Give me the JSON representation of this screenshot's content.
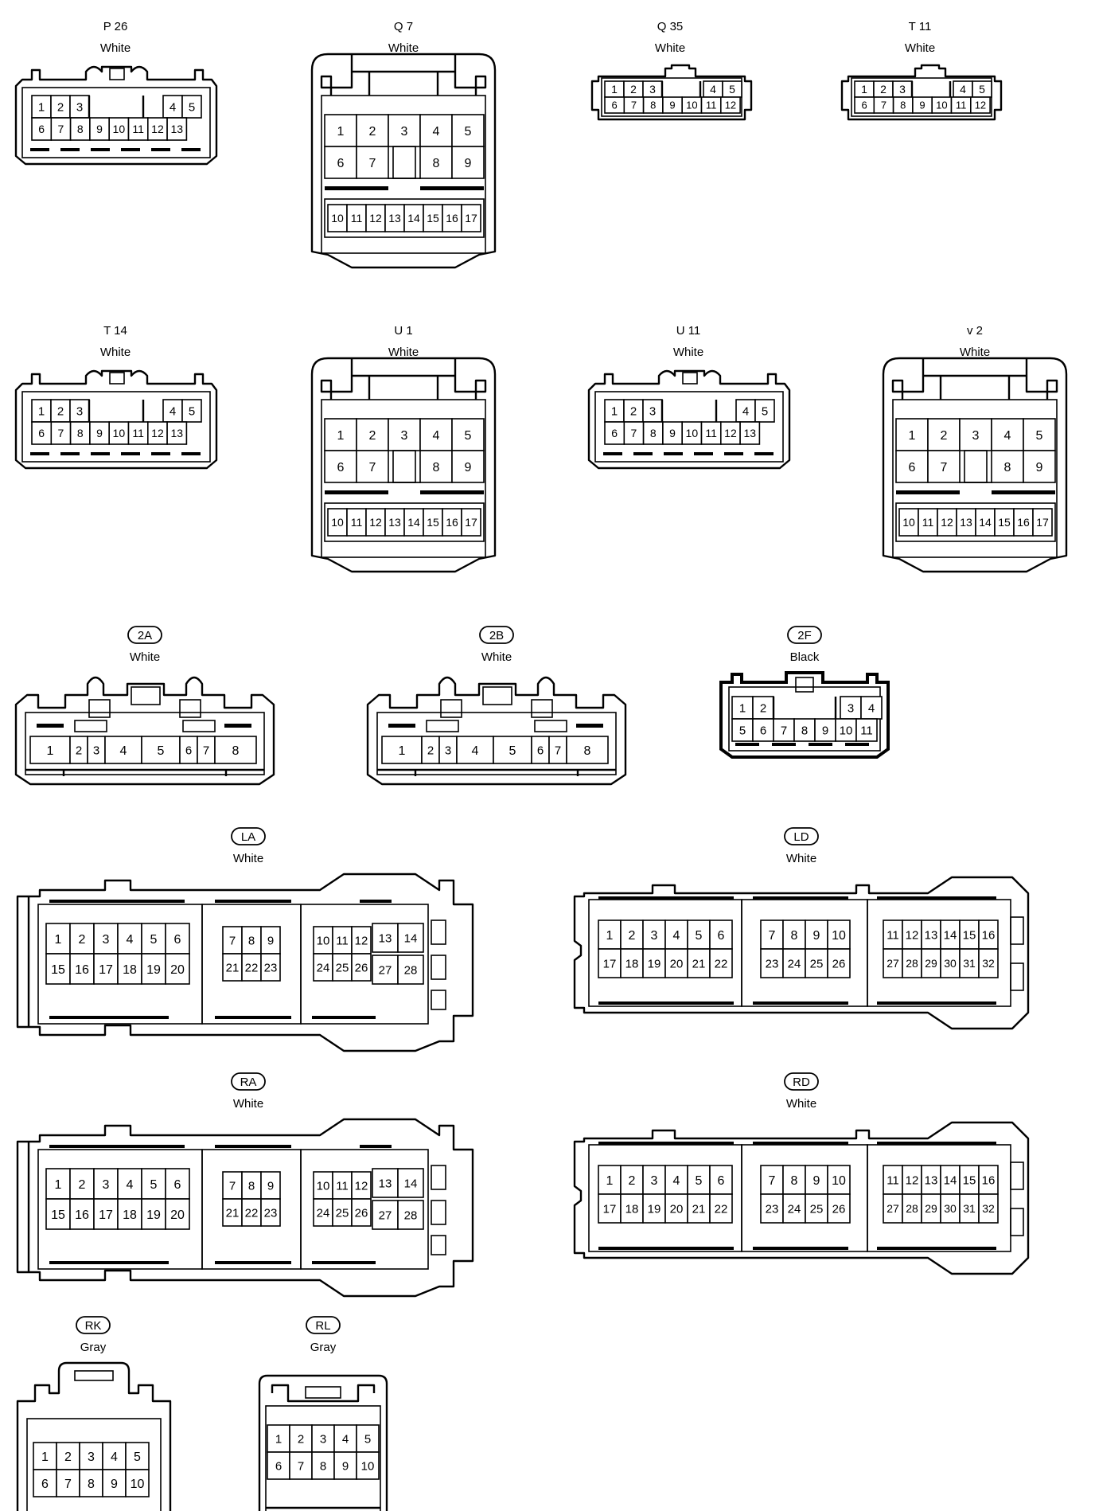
{
  "connectors": [
    {
      "id": "p26",
      "code": "P 26",
      "color": "White",
      "boxed": false,
      "pins": [
        "1",
        "2",
        "3",
        "4",
        "5",
        "6",
        "7",
        "8",
        "9",
        "10",
        "11",
        "12",
        "13"
      ]
    },
    {
      "id": "q7",
      "code": "Q 7",
      "color": "White",
      "boxed": false,
      "pins": [
        "1",
        "2",
        "3",
        "4",
        "5",
        "6",
        "7",
        "8",
        "9",
        "10",
        "11",
        "12",
        "13",
        "14",
        "15",
        "16",
        "17"
      ]
    },
    {
      "id": "q35",
      "code": "Q 35",
      "color": "White",
      "boxed": false,
      "pins": [
        "1",
        "2",
        "3",
        "4",
        "5",
        "6",
        "7",
        "8",
        "9",
        "10",
        "11",
        "12"
      ]
    },
    {
      "id": "t11",
      "code": "T 11",
      "color": "White",
      "boxed": false,
      "pins": [
        "1",
        "2",
        "3",
        "4",
        "5",
        "6",
        "7",
        "8",
        "9",
        "10",
        "11",
        "12"
      ]
    },
    {
      "id": "t14",
      "code": "T 14",
      "color": "White",
      "boxed": false,
      "pins": [
        "1",
        "2",
        "3",
        "4",
        "5",
        "6",
        "7",
        "8",
        "9",
        "10",
        "11",
        "12",
        "13"
      ]
    },
    {
      "id": "u1",
      "code": "U 1",
      "color": "White",
      "boxed": false,
      "pins": [
        "1",
        "2",
        "3",
        "4",
        "5",
        "6",
        "7",
        "8",
        "9",
        "10",
        "11",
        "12",
        "13",
        "14",
        "15",
        "16",
        "17"
      ]
    },
    {
      "id": "u11",
      "code": "U 11",
      "color": "White",
      "boxed": false,
      "pins": [
        "1",
        "2",
        "3",
        "4",
        "5",
        "6",
        "7",
        "8",
        "9",
        "10",
        "11",
        "12",
        "13"
      ]
    },
    {
      "id": "v2",
      "code": "v 2",
      "color": "White",
      "boxed": false,
      "pins": [
        "1",
        "2",
        "3",
        "4",
        "5",
        "6",
        "7",
        "8",
        "9",
        "10",
        "11",
        "12",
        "13",
        "14",
        "15",
        "16",
        "17"
      ]
    },
    {
      "id": "c2a",
      "code": "2A",
      "color": "White",
      "boxed": true,
      "pins": [
        "1",
        "2",
        "3",
        "4",
        "5",
        "6",
        "7",
        "8"
      ]
    },
    {
      "id": "c2b",
      "code": "2B",
      "color": "White",
      "boxed": true,
      "pins": [
        "1",
        "2",
        "3",
        "4",
        "5",
        "6",
        "7",
        "8"
      ]
    },
    {
      "id": "c2f",
      "code": "2F",
      "color": "Black",
      "boxed": true,
      "pins": [
        "1",
        "2",
        "3",
        "4",
        "5",
        "6",
        "7",
        "8",
        "9",
        "10",
        "11"
      ]
    },
    {
      "id": "la",
      "code": "LA",
      "color": "White",
      "boxed": true,
      "pins": [
        "1",
        "2",
        "3",
        "4",
        "5",
        "6",
        "7",
        "8",
        "9",
        "10",
        "11",
        "12",
        "13",
        "14",
        "15",
        "16",
        "17",
        "18",
        "19",
        "20",
        "21",
        "22",
        "23",
        "24",
        "25",
        "26",
        "27",
        "28"
      ]
    },
    {
      "id": "ld",
      "code": "LD",
      "color": "White",
      "boxed": true,
      "pins": [
        "1",
        "2",
        "3",
        "4",
        "5",
        "6",
        "7",
        "8",
        "9",
        "10",
        "11",
        "12",
        "13",
        "14",
        "15",
        "16",
        "17",
        "18",
        "19",
        "20",
        "21",
        "22",
        "23",
        "24",
        "25",
        "26",
        "27",
        "28",
        "29",
        "30",
        "31",
        "32"
      ]
    },
    {
      "id": "ra",
      "code": "RA",
      "color": "White",
      "boxed": true,
      "pins": [
        "1",
        "2",
        "3",
        "4",
        "5",
        "6",
        "7",
        "8",
        "9",
        "10",
        "11",
        "12",
        "13",
        "14",
        "15",
        "16",
        "17",
        "18",
        "19",
        "20",
        "21",
        "22",
        "23",
        "24",
        "25",
        "26",
        "27",
        "28"
      ]
    },
    {
      "id": "rd",
      "code": "RD",
      "color": "White",
      "boxed": true,
      "pins": [
        "1",
        "2",
        "3",
        "4",
        "5",
        "6",
        "7",
        "8",
        "9",
        "10",
        "11",
        "12",
        "13",
        "14",
        "15",
        "16",
        "17",
        "18",
        "19",
        "20",
        "21",
        "22",
        "23",
        "24",
        "25",
        "26",
        "27",
        "28",
        "29",
        "30",
        "31",
        "32"
      ]
    },
    {
      "id": "rk",
      "code": "RK",
      "color": "Gray",
      "boxed": true,
      "pins": [
        "1",
        "2",
        "3",
        "4",
        "5",
        "6",
        "7",
        "8",
        "9",
        "10"
      ]
    },
    {
      "id": "rl",
      "code": "RL",
      "color": "Gray",
      "boxed": true,
      "pins": [
        "1",
        "2",
        "3",
        "4",
        "5",
        "6",
        "7",
        "8",
        "9",
        "10"
      ]
    }
  ]
}
